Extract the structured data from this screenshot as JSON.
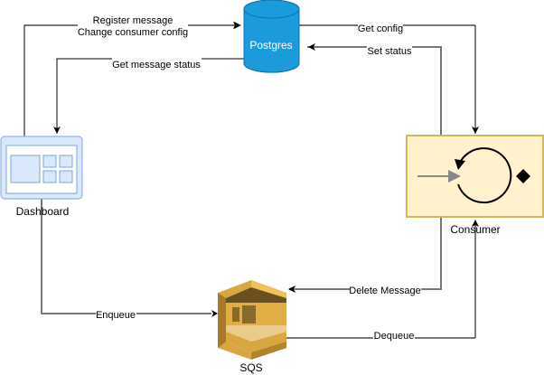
{
  "diagram": {
    "nodes": {
      "postgres": {
        "label": "Postgres",
        "icon": "database-cylinder-icon",
        "color": "#1B9BDB"
      },
      "dashboard": {
        "label": "Dashboard",
        "icon": "dashboard-window-icon",
        "color": "#DAE8FC"
      },
      "consumer": {
        "label": "Consumer",
        "icon": "loop-process-icon",
        "color": "#FFF2CC"
      },
      "sqs": {
        "label": "SQS",
        "icon": "aws-sqs-icon",
        "color": "#D9A741"
      }
    },
    "edges": {
      "register": {
        "line1": "Register message",
        "line2": "Change consumer config",
        "from": "Dashboard",
        "to": "Postgres"
      },
      "get_status": {
        "label": "Get message status",
        "from": "Postgres",
        "to": "Dashboard"
      },
      "get_config": {
        "label": "Get config",
        "from": "Postgres",
        "to": "Consumer"
      },
      "set_status": {
        "label": "Set status",
        "from": "Consumer",
        "to": "Postgres"
      },
      "enqueue": {
        "label": "Enqueue",
        "from": "Dashboard",
        "to": "SQS"
      },
      "delete_message": {
        "label": "Delete Message",
        "from": "Consumer",
        "to": "SQS"
      },
      "dequeue": {
        "label": "Dequeue",
        "from": "SQS",
        "to": "Consumer"
      }
    }
  }
}
